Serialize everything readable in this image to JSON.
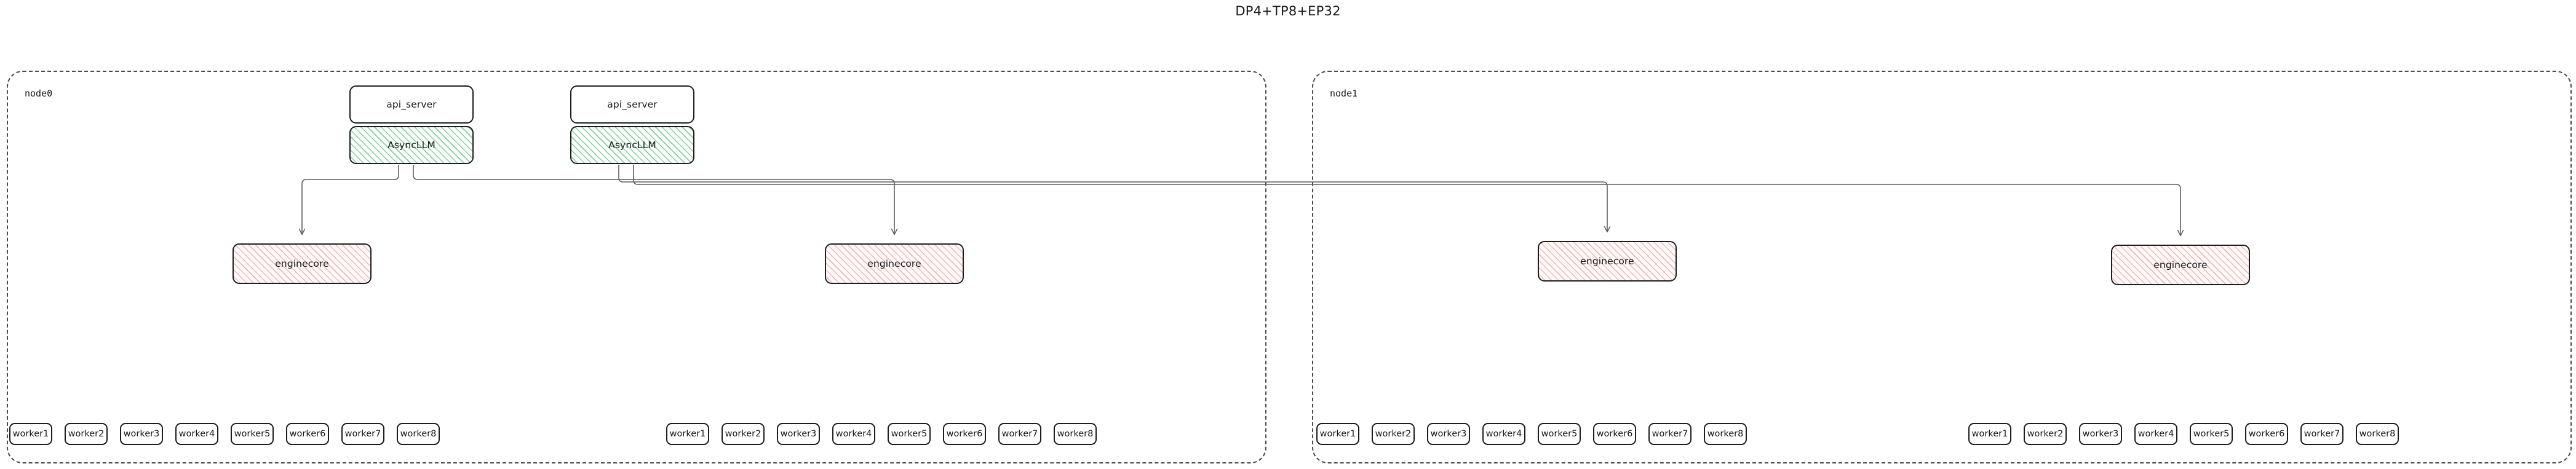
{
  "title": "DP4+TP8+EP32",
  "colors": {
    "async_llm_hatch": "#7fd29c",
    "engine_core_hatch": "#f4b6b6",
    "box_border": "#1d1d1d",
    "node_border": "#4a4a4a",
    "edge": "#5a5a5a",
    "text": "#17171a",
    "background": "#ffffff"
  },
  "diagram": {
    "type": "deployment-topology",
    "node_count": 2,
    "api_servers_per_node": 2,
    "engine_cores_per_node": 2,
    "worker_groups_per_node": 2,
    "workers_per_group": 8
  },
  "nodes": [
    {
      "id": "node0",
      "label": "node0",
      "servers": [
        {
          "api_label": "api_server",
          "engine_label": "AsyncLLM"
        },
        {
          "api_label": "api_server",
          "engine_label": "AsyncLLM"
        }
      ],
      "engine_cores": [
        {
          "label": "enginecore"
        },
        {
          "label": "enginecore"
        }
      ],
      "worker_groups": [
        {
          "workers": [
            "worker1",
            "worker2",
            "worker3",
            "worker4",
            "worker5",
            "worker6",
            "worker7",
            "worker8"
          ]
        },
        {
          "workers": [
            "worker1",
            "worker2",
            "worker3",
            "worker4",
            "worker5",
            "worker6",
            "worker7",
            "worker8"
          ]
        }
      ]
    },
    {
      "id": "node1",
      "label": "node1",
      "servers": [],
      "engine_cores": [
        {
          "label": "enginecore"
        },
        {
          "label": "enginecore"
        }
      ],
      "worker_groups": [
        {
          "workers": [
            "worker1",
            "worker2",
            "worker3",
            "worker4",
            "worker5",
            "worker6",
            "worker7",
            "worker8"
          ]
        },
        {
          "workers": [
            "worker1",
            "worker2",
            "worker3",
            "worker4",
            "worker5",
            "worker6",
            "worker7",
            "worker8"
          ]
        }
      ]
    }
  ]
}
